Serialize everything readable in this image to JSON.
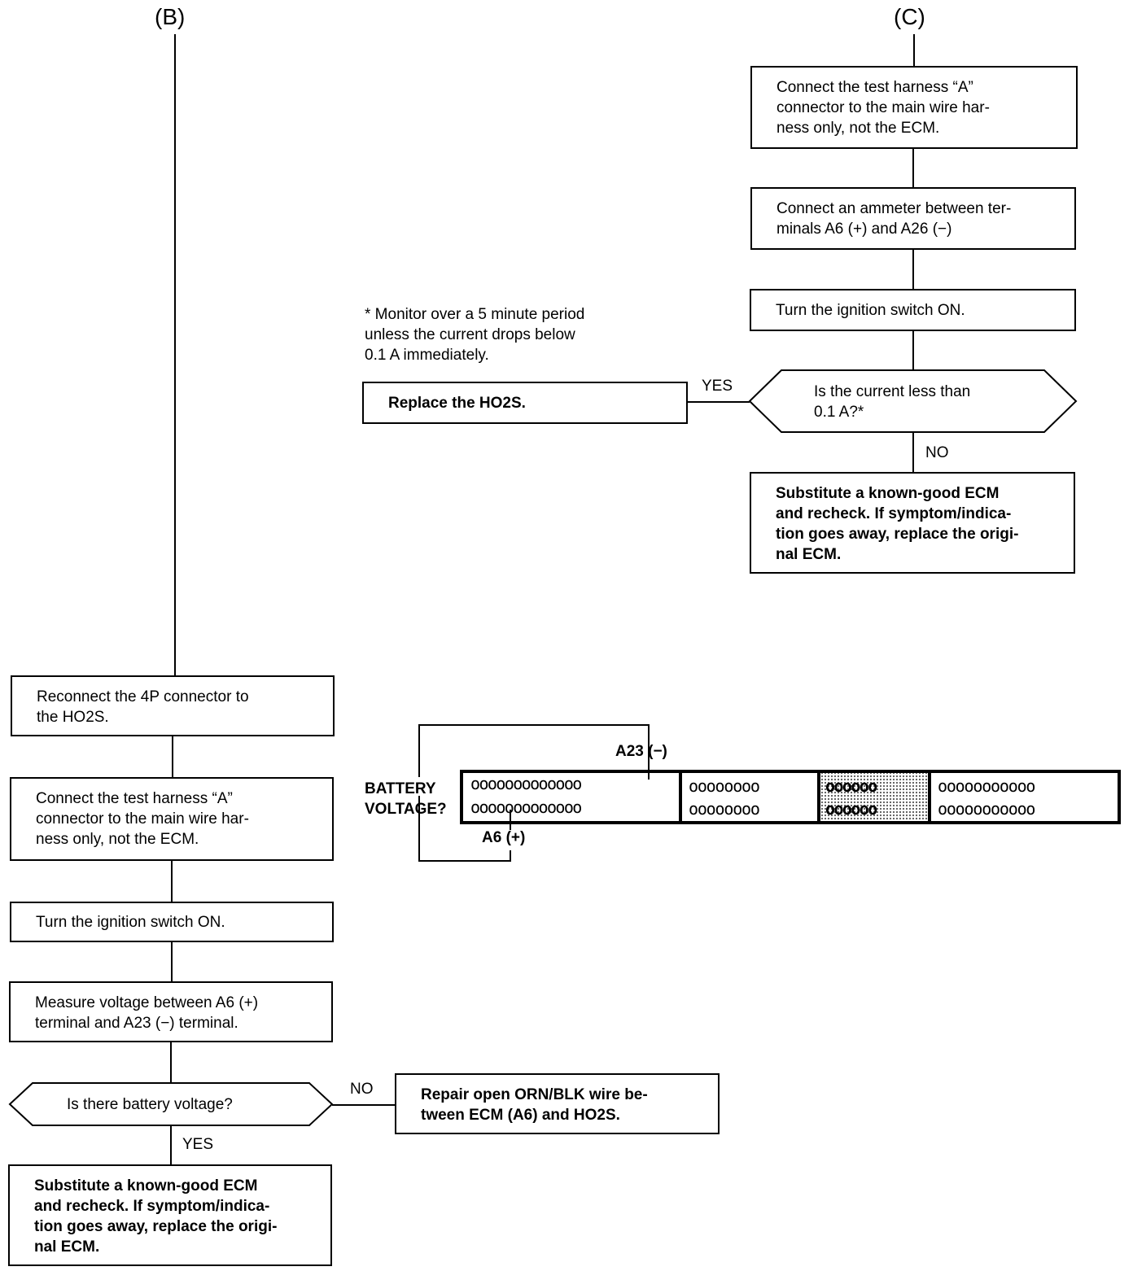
{
  "branch_b": {
    "label": "(B)",
    "step1": "Reconnect the 4P connector to\nthe HO2S.",
    "step2": "Connect the test harness “A”\nconnector to the main wire har-\nness only, not the ECM.",
    "step3": "Turn the ignition switch ON.",
    "step4": "Measure voltage between A6 (+)\nterminal and A23 (−) terminal.",
    "decision": "Is there battery voltage?",
    "no_label": "NO",
    "yes_label": "YES",
    "no_result": "Repair open ORN/BLK wire be-\ntween ECM (A6) and HO2S.",
    "yes_result": "Substitute a known-good ECM\nand recheck. If symptom/indica-\ntion goes away, replace the origi-\nnal ECM."
  },
  "branch_c": {
    "label": "(C)",
    "step1": "Connect the test harness “A”\nconnector to the main wire har-\nness only, not the ECM.",
    "step2": "Connect an ammeter between ter-\nminals A6 (+) and A26 (−)",
    "step3": "Turn the ignition switch ON.",
    "decision": "Is the current less than\n0.1 A?*",
    "yes_label": "YES",
    "no_label": "NO",
    "yes_result": "Replace the HO2S.",
    "no_result": "Substitute a known-good ECM\nand recheck. If symptom/indica-\ntion goes away, replace the origi-\nnal ECM.",
    "footnote": "* Monitor over a 5 minute period\n  unless the current drops below\n  0.1 A immediately."
  },
  "connector": {
    "battery_label": "BATTERY\nVOLTAGE?",
    "pin_a23": "A23 (−)",
    "pin_a6": "A6 (+)",
    "block1_row": "ooooooooooooo",
    "block2_row": "oooooooo",
    "block3_row": "oooooo",
    "block4_row": "ooooooooooo"
  },
  "colors": {
    "line": "#000000",
    "background": "#ffffff",
    "shade": "#bdbdbd"
  }
}
